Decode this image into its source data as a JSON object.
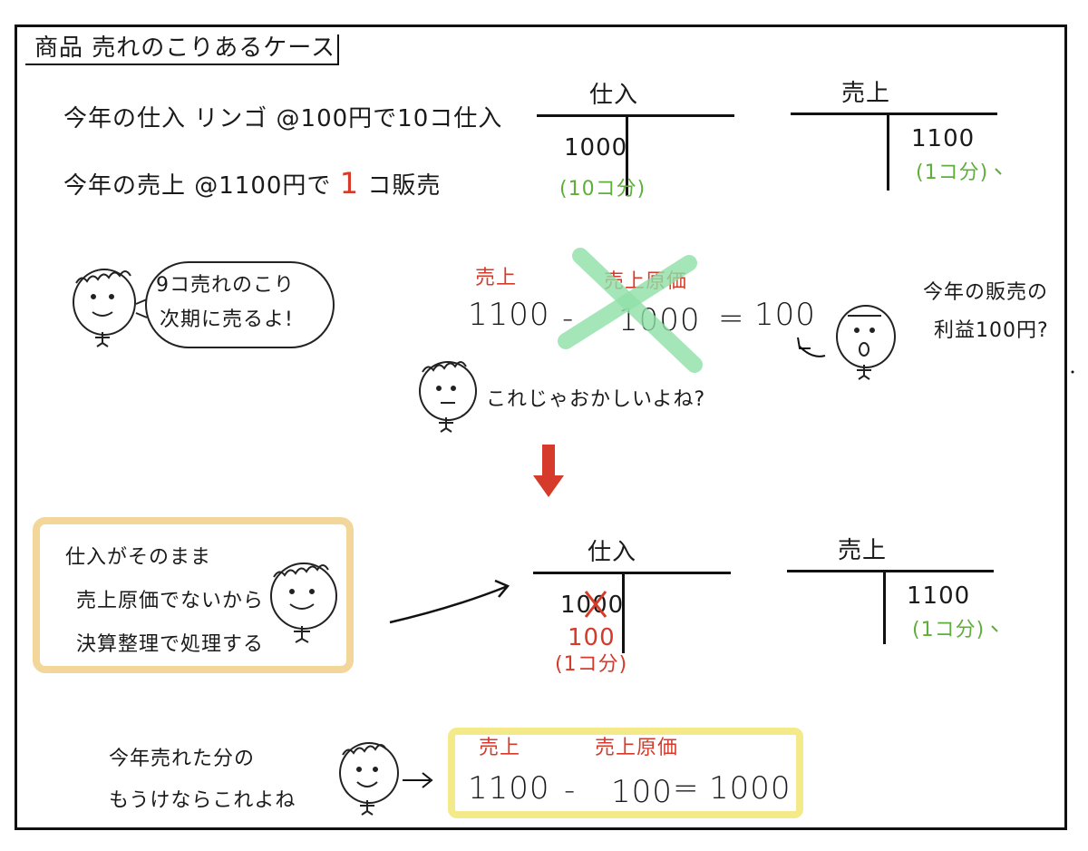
{
  "title": "商品 売れのこりあるケース",
  "intro": {
    "line1": "今年の仕入 リンゴ @100円で10コ仕入",
    "line2_prefix": "今年の売上 @1100円で",
    "line2_qty": "1",
    "line2_suffix": "コ販売"
  },
  "top_accounts": {
    "purchase": {
      "label": "仕入",
      "amount": "1000",
      "note": "(10コ分)"
    },
    "sales": {
      "label": "売上",
      "amount": "1100",
      "note": "(1コ分)"
    }
  },
  "bubble_left": {
    "line1": "9コ売れのこり",
    "line2": "次期に売るよ!"
  },
  "equation1": {
    "sales_label": "売上",
    "cogs_label": "売上原価",
    "sales_value": "1100",
    "minus": "-",
    "cogs_value": "1000",
    "equals": "=",
    "result": "100"
  },
  "right_note": {
    "line1": "今年の販売の",
    "line2": "利益100円?"
  },
  "doubt_text": "これじゃおかしいよね?",
  "orange_note": {
    "line1": "仕入がそのまま",
    "line2": "売上原価でないから",
    "line3": "決算整理で処理する"
  },
  "bottom_accounts": {
    "purchase": {
      "label": "仕入",
      "amount_old": "1000",
      "amount_new": "100",
      "note": "(1コ分)"
    },
    "sales": {
      "label": "売上",
      "amount": "1100",
      "note": "(1コ分)"
    }
  },
  "bottom_left": {
    "line1": "今年売れた分の",
    "line2": "もうけならこれよね"
  },
  "equation2": {
    "sales_label": "売上",
    "cogs_label": "売上原価",
    "sales_value": "1100",
    "minus": "-",
    "cogs_value": "100",
    "equals": "=",
    "result": "1000"
  },
  "colors": {
    "red": "#d63a2a",
    "green": "#5fae3a",
    "orange_box": "#f3d79a",
    "yellow_box": "#f5ea8a",
    "strike_green": "#8fe0a8"
  }
}
